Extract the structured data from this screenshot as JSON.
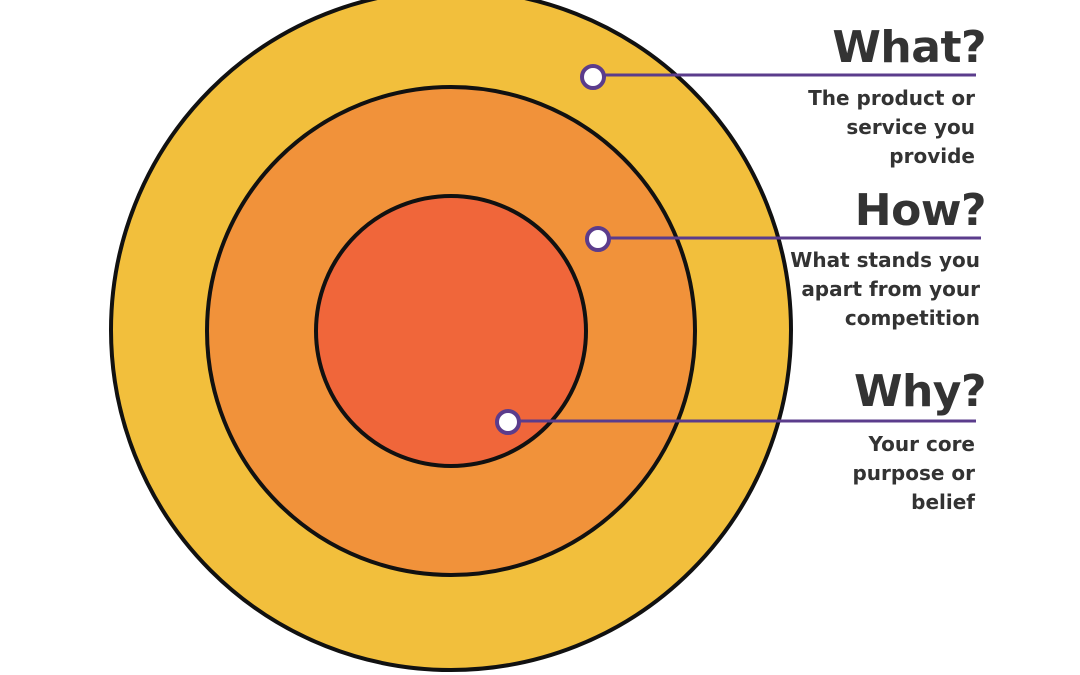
{
  "colors": {
    "outer_ring": "#F2BF3C",
    "middle_ring": "#F1923A",
    "inner_circle": "#F0663A",
    "ring_stroke": "#111111",
    "connector": "#5B3C8C",
    "text": "#333333"
  },
  "labels": [
    {
      "heading": "What?",
      "lines": [
        "The product or",
        "service you",
        "provide"
      ]
    },
    {
      "heading": "How?",
      "lines": [
        "What stands you",
        "apart from your",
        "competition"
      ]
    },
    {
      "heading": "Why?",
      "lines": [
        "Your core",
        "purpose or",
        "belief"
      ]
    }
  ]
}
